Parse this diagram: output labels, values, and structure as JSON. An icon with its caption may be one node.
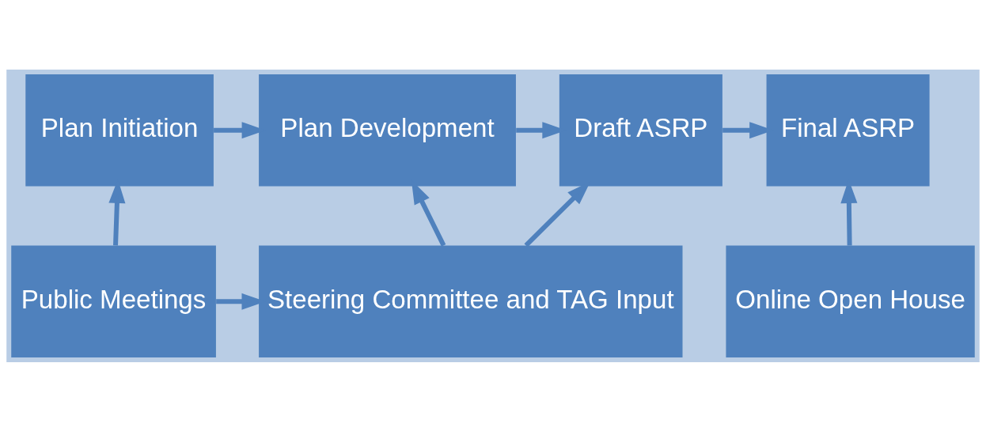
{
  "diagram": {
    "nodes": [
      {
        "text": [
          "Plan Initiation"
        ]
      },
      {
        "text": [
          "Plan Development"
        ]
      },
      {
        "text": [
          "Draft ASRP"
        ]
      },
      {
        "text": [
          "Final ASRP"
        ]
      },
      {
        "text": [
          "Public Meetings"
        ]
      },
      {
        "text": [
          "Steering Committee and TAG Input"
        ]
      },
      {
        "text": [
          "Online Open House"
        ]
      }
    ],
    "edges": [
      {
        "from": 0,
        "to": 1,
        "arrow": "to"
      },
      {
        "from": 1,
        "to": 2,
        "arrow": "to"
      },
      {
        "from": 2,
        "to": 3,
        "arrow": "to"
      },
      {
        "from": 4,
        "to": 0,
        "arrow": "to"
      },
      {
        "from": 4,
        "to": 5,
        "arrow": "to"
      },
      {
        "from": 5,
        "to": 1,
        "arrow": "to"
      },
      {
        "from": 5,
        "to": 2,
        "arrow": "to"
      },
      {
        "from": 6,
        "to": 3,
        "arrow": "to"
      }
    ]
  }
}
